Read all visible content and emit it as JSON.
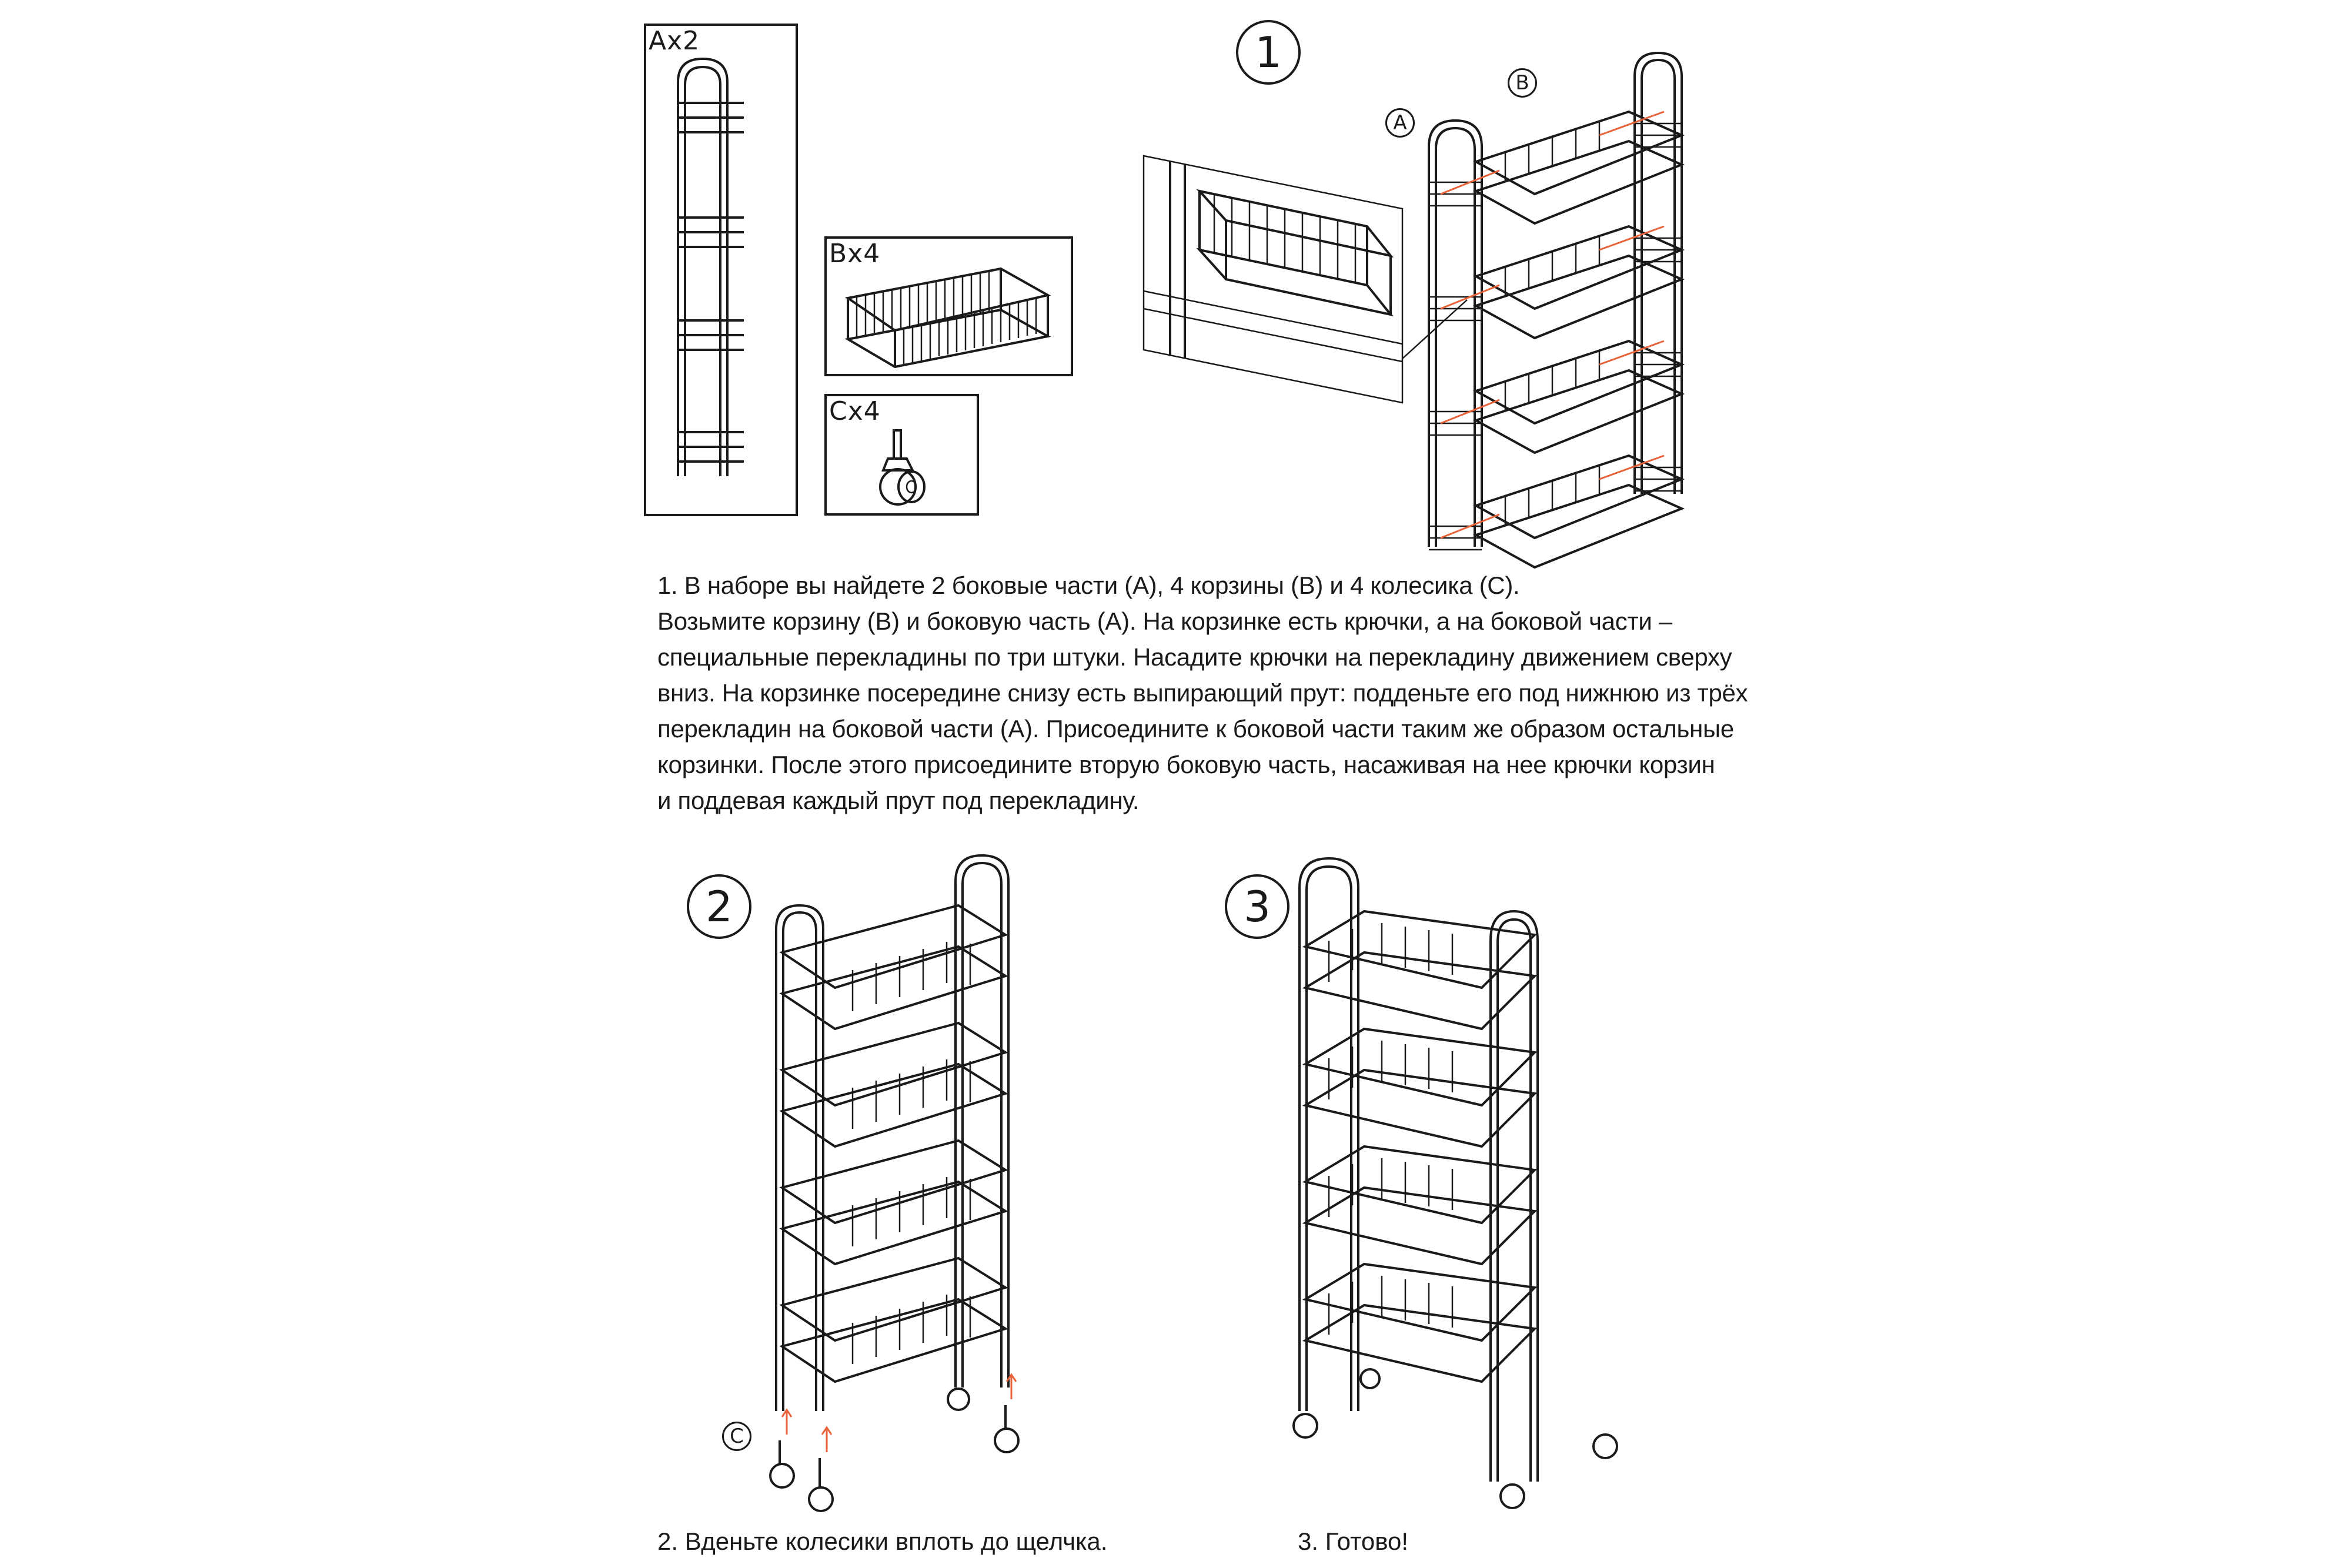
{
  "parts": {
    "a_label": "Ax2",
    "b_label": "Bx4",
    "c_label": "Cx4"
  },
  "steps": {
    "step1_number": "1",
    "step2_number": "2",
    "step3_number": "3"
  },
  "callouts": {
    "a": "A",
    "b": "B",
    "c": "C"
  },
  "instructions": {
    "lines": [
      "1. В наборе вы найдете 2 боковые части (А), 4 корзины (В)  и 4 колесика (С).",
      "Возьмите корзину (В) и боковую часть (А). На корзинке есть крючки, а на боковой части –",
      "специальные перекладины по три штуки. Насадите крючки на перекладину движением сверху",
      "вниз. На корзинке посередине снизу есть выпирающий прут: подденьте его под нижнюю из трёх",
      "перекладин на боковой части (А). Присоедините к боковой части таким же образом остальные",
      "корзинки. После этого присоедините вторую боковую часть, насаживая на нее крючки корзин",
      "и поддевая каждый прут под перекладину."
    ],
    "step2_caption": "2. Вденьте колесики вплоть до щелчка.",
    "step3_caption": "3. Готово!"
  },
  "colors": {
    "line": "#1a1a1a",
    "accent_arrow": "#e8623a",
    "background": "#ffffff"
  }
}
